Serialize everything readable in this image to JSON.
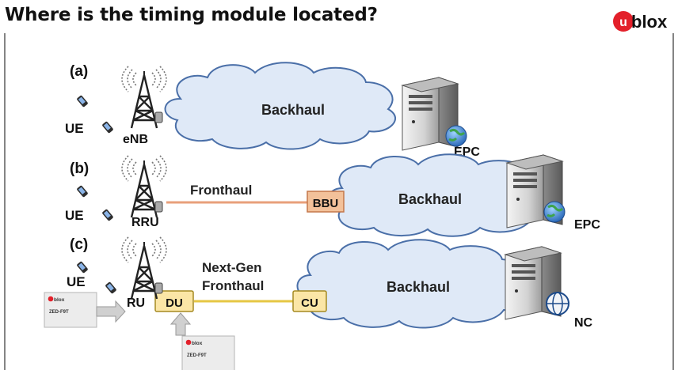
{
  "title": "Where is the timing module located?",
  "logo": {
    "text_bold": "u",
    "text_rest": "blox",
    "color": "#e3202a"
  },
  "colors": {
    "cloud_fill": "#dfe9f7",
    "cloud_stroke": "#4a6fa8",
    "box_fill": "#f3c19a",
    "fronthaul_line": "#e8a07b",
    "ng_line": "#e6c744",
    "du_fill": "#fbe6a6",
    "server_body": "#d9d9d9"
  },
  "rows": [
    {
      "id": "a",
      "label": "(a)",
      "ue": "UE",
      "station": "eNB",
      "cloud": "Backhaul",
      "core": "EPC"
    },
    {
      "id": "b",
      "label": "(b)",
      "ue": "UE",
      "station": "RRU",
      "link": "Fronthaul",
      "unit": "BBU",
      "cloud": "Backhaul",
      "core": "EPC"
    },
    {
      "id": "c",
      "label": "(c)",
      "ue": "UE",
      "station": "RU",
      "link_line1": "Next-Gen",
      "link_line2": "Fronthaul",
      "du": "DU",
      "cu": "CU",
      "cloud": "Backhaul",
      "core": "NC"
    }
  ],
  "modules": [
    {
      "brand": "blox",
      "model": "ZED-F9T"
    },
    {
      "brand": "blox",
      "model": "ZED-F9T"
    }
  ]
}
